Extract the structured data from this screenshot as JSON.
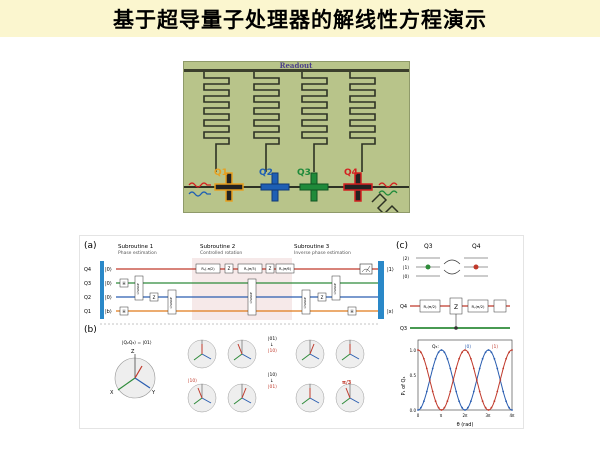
{
  "page": {
    "title": "基于超导量子处理器的解线性方程演示"
  },
  "chip": {
    "readout_label": "Readout",
    "qubits": [
      {
        "label": "Q1",
        "color": "#e8a020"
      },
      {
        "label": "Q2",
        "color": "#1e5fb4"
      },
      {
        "label": "Q3",
        "color": "#1f8a3a"
      },
      {
        "label": "Q4",
        "color": "#d42020"
      }
    ]
  },
  "circuit": {
    "panel_a": "(a)",
    "panel_b": "(b)",
    "panel_c": "(c)",
    "subroutines": [
      {
        "name": "Subroutine 1",
        "desc": "Phase estimation"
      },
      {
        "name": "Subroutine 2",
        "desc": "Controlled rotation"
      },
      {
        "name": "Subroutine 3",
        "desc": "Inverse phase estimation"
      }
    ],
    "wires": [
      {
        "label": "Q4",
        "state": "|0⟩",
        "color": "#c0392b"
      },
      {
        "label": "Q3",
        "state": "|0⟩",
        "color": "#2e8b3a"
      },
      {
        "label": "Q2",
        "state": "|0⟩",
        "color": "#2a5db0"
      },
      {
        "label": "Q1",
        "state": "|b⟩",
        "color": "#e07b1a"
      }
    ],
    "output_top": "|1⟩",
    "output_bottom": "|x⟩",
    "gates": {
      "h": "H",
      "z": "Z",
      "sqrt_iswap": "√iSWAP",
      "iswap": "√iSWAP",
      "ry1": "Rᵧ(-π/2)",
      "ry2": "Rᵧ(π/3)",
      "ry3": "Rᵧ(π/6)"
    },
    "bloch": {
      "state_label": "|Q₂Q₃⟩ = |01⟩",
      "axis_z": "Z",
      "axis_x": "X",
      "axis_y": "Y",
      "t01": "|01⟩",
      "t10_a": "|10⟩",
      "t10_b": "|10⟩",
      "t01_b": "|01⟩",
      "t10": "|10⟩",
      "angle": "π/3",
      "arrow_down": "↓"
    },
    "panel_c_diagram": {
      "q3_label": "Q3",
      "q4_label": "Q4",
      "levels": [
        "|2⟩",
        "|1⟩",
        "|0⟩"
      ],
      "q4_wire": "Q4",
      "q3_wire": "Q3",
      "ry_left": "Rᵧ(π/2)",
      "ry_right": "Rᵧ(π/2)",
      "z_gate": "Z"
    },
    "plot": {
      "legend_prefix": "Q₃:",
      "legend_0": "|0⟩",
      "legend_1": "|1⟩",
      "ylabel": "P₁ of Q₄",
      "xlabel": "θ (rad)",
      "yticks": [
        "0.0",
        "0.5",
        "1.0"
      ],
      "xticks": [
        "0",
        "π",
        "2π",
        "3π",
        "4π"
      ]
    }
  }
}
